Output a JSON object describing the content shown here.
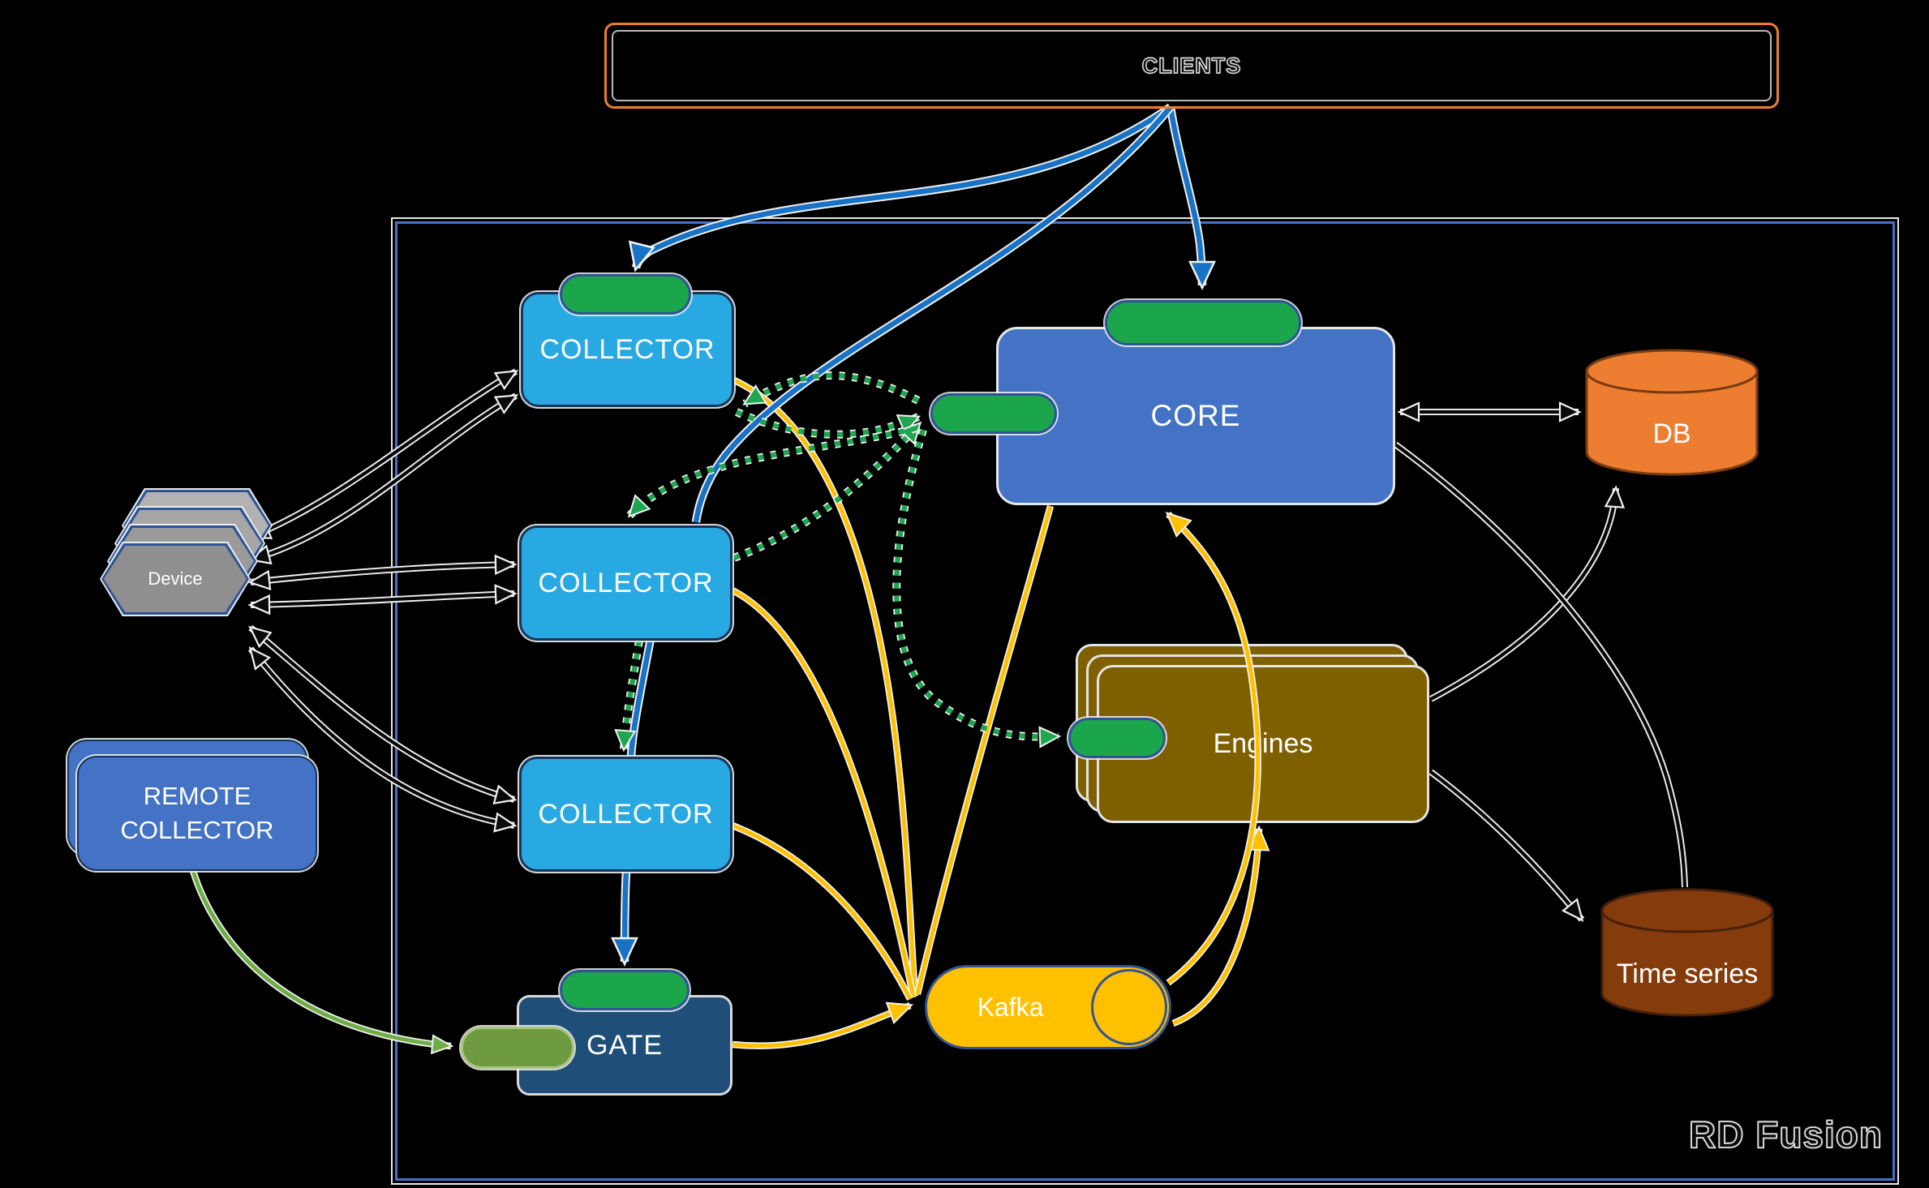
{
  "diagram": {
    "title": "RD Fusion",
    "nodes": {
      "clients": {
        "label": "CLIENTS"
      },
      "collector1": {
        "label": "COLLECTOR"
      },
      "collector2": {
        "label": "COLLECTOR"
      },
      "collector3": {
        "label": "COLLECTOR"
      },
      "gate": {
        "label": "GATE"
      },
      "core": {
        "label": "CORE"
      },
      "engines": {
        "label": "Engines"
      },
      "kafka": {
        "label": "Kafka"
      },
      "db": {
        "label": "DB"
      },
      "timeseries": {
        "label": "Time series"
      },
      "device": {
        "label": "Device"
      },
      "remote_collector": {
        "label": "REMOTE COLLECTOR"
      }
    },
    "colors": {
      "boundary": "#4472C4",
      "clients_border": "#ED7D31",
      "collector": "#29A9E1",
      "collector_border": "#17365D",
      "core": "#4472C4",
      "gate": "#1F4E79",
      "engines": "#7E6000",
      "kafka": "#FFC000",
      "db": "#ED7D31",
      "db_border": "#7A3B10",
      "timeseries": "#843C0C",
      "timeseries_border": "#46200A",
      "device": "#8F8F8F",
      "remote": "#4472C4",
      "pill_green": "#1CA64C",
      "pill_border": "#2F5496",
      "pill_olive": "#6E9B3F",
      "pill_olive_border": "#A9C47F",
      "arrow_blue": "#1872C6",
      "arrow_yellow": "#FFC000",
      "arrow_green": "#1EA750",
      "arrow_olive": "#70AD47"
    }
  }
}
